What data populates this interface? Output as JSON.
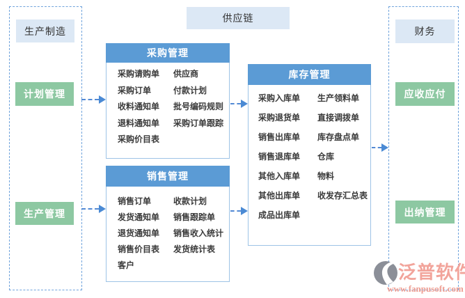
{
  "banner": {
    "title": "供应链"
  },
  "left_panel": {
    "title": "生产制造",
    "plan_label": "计划管理",
    "production_label": "生产管理"
  },
  "right_panel": {
    "title": "财务",
    "receivable_label": "应收应付",
    "cashier_label": "出纳管理"
  },
  "purchase": {
    "title": "采购管理",
    "left": [
      "采购请购单",
      "采购订单",
      "收料通知单",
      "退料通知单",
      "采购价目表"
    ],
    "right": [
      "供应商",
      "付款计划",
      "批号编码规则",
      "采购订单跟踪"
    ]
  },
  "sales": {
    "title": "销售管理",
    "left": [
      "销售订单",
      "发货通知单",
      "退货通知单",
      "销售价目表",
      "客户"
    ],
    "right": [
      "收款计划",
      "销售跟踪单",
      "销售收入统计",
      "发货统计表"
    ]
  },
  "inventory": {
    "title": "库存管理",
    "left": [
      "采购入库单",
      "采购退货单",
      "销售出库单",
      "销售退库单",
      "其他入库单",
      "其他出库单",
      "成品出库单"
    ],
    "right": [
      "生产领料单",
      "直接调拨单",
      "库存盘点单",
      "仓库",
      "物料",
      "收发存汇总表"
    ]
  },
  "logo": {
    "name": "泛普软件",
    "url": "www.fanpusoft.com"
  },
  "colors": {
    "module_header_blue": "#5b9bd5",
    "module_border_blue": "#9dc3e6",
    "light_blue_fill": "#dce8f5",
    "green_fill": "#8dc8a2",
    "dashed_border_blue": "#6fa3dc",
    "arrow_blue": "#4a8ad4",
    "logo_salmon": "#f2a49b",
    "logo_gray": "#8b8f98"
  }
}
